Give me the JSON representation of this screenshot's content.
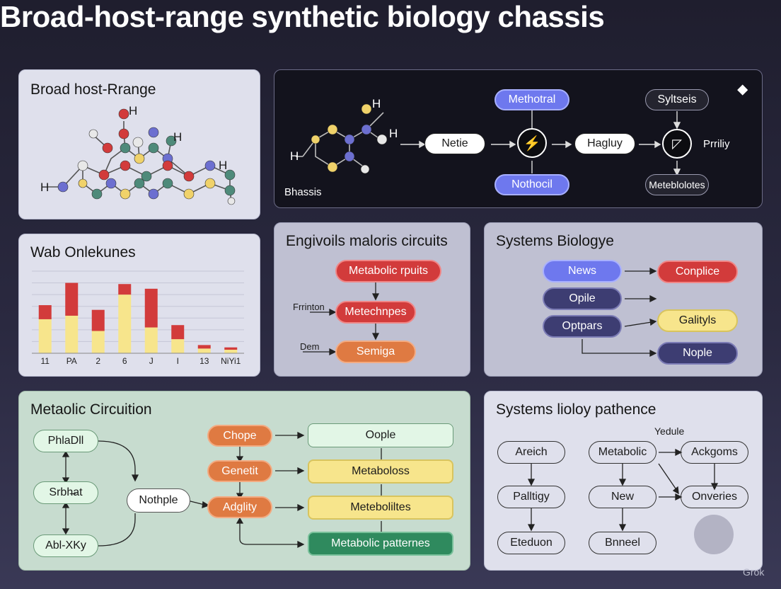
{
  "title": "Broad-host-range synthetic biology chassis",
  "panels": {
    "molecule": {
      "title": "Broad host-Rrange",
      "h_labels": [
        "H",
        "H",
        "H",
        "H"
      ]
    },
    "pathway": {
      "left_h_labels": [
        "H",
        "H",
        "H"
      ],
      "caption": "Bhassis",
      "nodes": {
        "methotral": "Methotral",
        "netie": "Netie",
        "nothocil": "Nothocil",
        "hagluy": "Hagluy",
        "syltseis": "Syltseis",
        "meteblolotes": "Meteblolotes",
        "prriliy": "Prriliy"
      },
      "icons": [
        "lightning-bolt-icon",
        "triangle-flag-icon",
        "drop-icon"
      ]
    },
    "chart": {
      "title": "Wab Onlekunes",
      "colors": {
        "top": "#d23b3b",
        "bottom": "#f7e58c"
      }
    },
    "circuits": {
      "title": "Engivoils maloris circuits",
      "nodes": {
        "top": "Metabolic rpuits",
        "mid": "Metechnpes",
        "bot": "Semiga"
      },
      "labels": {
        "left1": "Frrinton",
        "left2": "Dem"
      }
    },
    "systems": {
      "title": "Systems Biologye",
      "left": [
        "News",
        "Opile",
        "Optpars"
      ],
      "right": [
        "Conplice",
        "Galityls",
        "Nople"
      ]
    },
    "metabolic": {
      "title": "Metaolic Circuition",
      "left": [
        "PhlaDll",
        "Srbh̶at",
        "Abl-XKy"
      ],
      "center": "Nothple",
      "mid": [
        "Chope",
        "Genetit",
        "Adglity"
      ],
      "right": [
        "Oople",
        "Metaboloss",
        "Meteboliltes",
        "Metabolic patternes"
      ]
    },
    "patterns": {
      "title": "Systems lioloy pathence",
      "header": "Yedule",
      "col1": [
        "Areich",
        "Palltigy",
        "Eteduon"
      ],
      "col2": [
        "Metabolic",
        "New",
        "Bnneel"
      ],
      "col3": [
        "Ackgoms",
        "Onveries"
      ]
    }
  },
  "chart_data": {
    "type": "bar",
    "categories": [
      "11",
      "PA",
      "2",
      "6",
      "J",
      "I",
      "13",
      "NiYi1"
    ],
    "series": [
      {
        "values": [
          29,
          32,
          19,
          50,
          22,
          12,
          4,
          3
        ]
      },
      {
        "values": [
          12,
          28,
          18,
          9,
          33,
          12,
          3,
          2
        ]
      }
    ],
    "title": "Wab Onlekunes",
    "xlabel": "",
    "ylabel": "",
    "ylim": [
      0,
      70
    ],
    "stacked": true,
    "grid": true
  },
  "watermark": "Grok"
}
